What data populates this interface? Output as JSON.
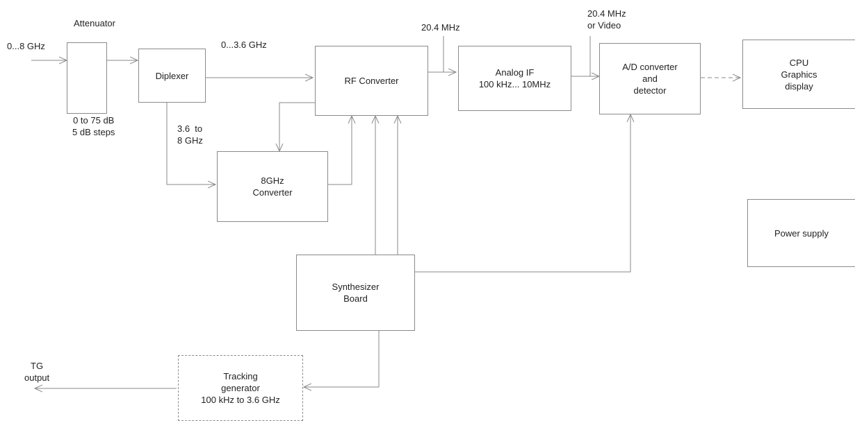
{
  "blocks": {
    "attenuator": "Attenuator",
    "diplexer": "Diplexer",
    "rf_converter": "RF Converter",
    "analog_if": [
      "Analog IF",
      "100 kHz... 10MHz"
    ],
    "ad_converter": [
      "A/D converter",
      "and",
      "detector"
    ],
    "cpu": [
      "CPU",
      "Graphics",
      "display"
    ],
    "converter_8ghz": [
      "8GHz",
      "Converter"
    ],
    "synthesizer": [
      "Synthesizer",
      "Board"
    ],
    "power_supply": "Power supply",
    "tracking_generator": [
      "Tracking",
      "generator",
      "100 kHz to 3.6 GHz"
    ]
  },
  "labels": {
    "input_range": "0...8 GHz",
    "attenuation": [
      "0 to 75 dB",
      "5 dB steps"
    ],
    "low_band": "0...3.6 GHz",
    "high_band": [
      "3.6  to",
      "8 GHz"
    ],
    "if_freq": "20.4 MHz",
    "if_or_video": [
      "20.4 MHz",
      "or Video"
    ],
    "tg_output": [
      "TG",
      "output"
    ]
  }
}
